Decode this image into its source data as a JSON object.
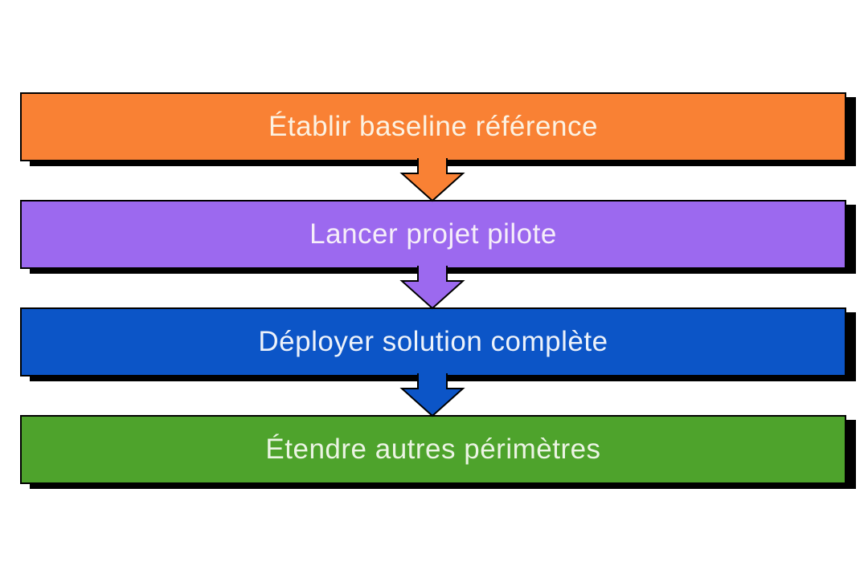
{
  "diagram": {
    "type": "vertical-process-flow",
    "background_color": "#FFFFFF",
    "shadow_color": "#000000",
    "outline_color": "#000000",
    "connector": "down-arrow",
    "steps": [
      {
        "label": "Établir baseline référence",
        "color": "#F98134",
        "text_color": "#FCF2E2"
      },
      {
        "label": "Lancer projet pilote",
        "color": "#9C69EF",
        "text_color": "#F6EEF9"
      },
      {
        "label": "Déployer solution complète",
        "color": "#0C55C7",
        "text_color": "#EDF2FA"
      },
      {
        "label": "Étendre autres périmètres",
        "color": "#4EA32C",
        "text_color": "#EBF4E3"
      }
    ]
  }
}
